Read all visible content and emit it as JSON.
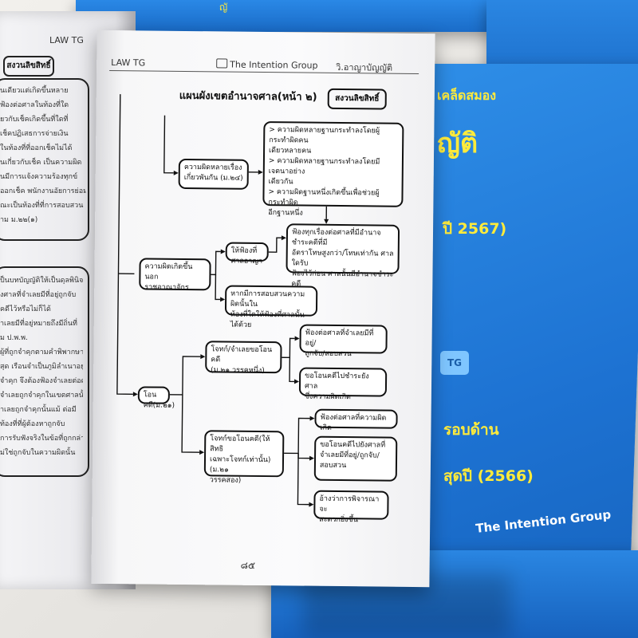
{
  "left_page": {
    "header": "LAW TG",
    "tag": "สงวนลิขสิทธิ์",
    "lines": [
      "นเดียวแต่เกิดขึ้นหลาย",
      "ฟ้องต่อศาลในท้องที่ใด",
      "ยวกับเช็คเกิดขึ้นที่ใดที่",
      "เช็คปฏิเสธการจ่ายเงิน",
      "ในท้องที่ที่ออกเช็คไม่ได้",
      "นเกี่ยวกับเช็ค เป็นความผิด",
      "นมีการแจ้งความร้องทุกข์",
      "ออกเช็ค พนักงานอัยการย่อม",
      "ณะเป็นท้องที่ที่การสอบสวน",
      "าม ม.๒๒(๑)"
    ],
    "lines2": [
      "ป็นบทบัญญัติให้เป็นดุลพินิจ",
      "งศาลที่จำเลยมีที่อยู่ถูกจับ",
      "คดีไว้หรือไม่ก็ได้",
      "ำเลยมีที่อยู่หมายถึงมีถิ่นที่",
      "ม ป.พ.พ.",
      "ผู้ที่ถูกจำคุกตามคำพิพากษาที่",
      "สุด เรือนจำเป็นภูมิลำเนาอยู่",
      "จำคุก จึงต้องฟ้องจำเลยต่อศาล",
      "จำเลยถูกจำคุกในเขตศาลนั้น",
      "ำเลยถูกจำคุกนั้นแม้ ต่อมี",
      "ท้องที่ที่ผู้ต้องหาถูกจับ",
      "การรับฟังจริงในข้อที่ถูกกล่าวหา",
      "ม่ใช่ถูกจับในความผิดนั้น"
    ]
  },
  "page": {
    "header_left": "LAW TG",
    "header_mid": "The Intention Group",
    "header_right": "วิ.อาญาบัญญัติ",
    "title": "แผนผังเขตอำนาจศาล(หน้า ๒)",
    "tag": "สงวนลิขสิทธิ์",
    "page_number": "๘๕"
  },
  "flow": {
    "b1": [
      "ความผิดหลายเรื่อง",
      "เกี่ยวพันกัน (ม.๒๔)"
    ],
    "b2": [
      "> ความผิดหลายฐานกระทำลงโดยผู้กระทำผิดคน",
      "เดียวหลายคน",
      "> ความผิดหลายฐานกระทำลงโดยมีเจตนาอย่าง",
      "เดียวกัน",
      "> ความผิดฐานหนึ่งเกิดขึ้นเพื่อช่วยผู้กระทำผิด",
      "อีกฐานหนึ่ง"
    ],
    "b3": [
      "ฟ้องทุกเรื่องต่อศาลที่มีอำนาจชำระคดีที่มี",
      "อัตราโทษสูงกว่า/โทษเท่ากัน ศาลใดรับ",
      "ฟ้องไว้ก่อน ศาลนั้นมีอำนาจชำระคดี"
    ],
    "b4": [
      "ความผิดเกิดขึ้นนอก",
      "ราชอาณาจักร"
    ],
    "b5": [
      "ให้ฟ้องที่ศาลอาญา"
    ],
    "b6": [
      "หากมีการสอบสวนความผิดนั้นใน",
      "ท้องที่ใดให้ฟ้องที่ศาลนั้นได้ด้วย"
    ],
    "b7": [
      "โอนคดี(ม.๒๑)"
    ],
    "b8": [
      "โจทก์/จำเลยขอโอนคดี",
      "(ม.๒๑ วรรคหนึ่ง)"
    ],
    "b9": [
      "ฟ้องต่อศาลที่จำเลยมีที่อยู่/",
      "ถูกจับ/สอบสวน"
    ],
    "b10": [
      "ขอโอนคดีไปชำระยังศาล",
      "ซึ่งความผิดเกิด"
    ],
    "b11": [
      "โจทก์ขอโอนคดี(ให้สิทธิ",
      "เฉพาะโจทก์เท่านั้น) (ม.๒๑",
      "วรรคสอง)"
    ],
    "b12": [
      "ฟ้องต่อศาลที่ความผิดเกิด"
    ],
    "b13": [
      "ขอโอนคดีไปยังศาลที่",
      "จำเลยมีที่อยู่/ถูกจับ/",
      "สอบสวน"
    ],
    "b14": [
      "อ้างว่าการพิจารณาจะ",
      "สะดวกยิ่งขึ้น"
    ]
  },
  "covers": {
    "line1": "เคล็ดสมอง",
    "line2": "ญัติ",
    "line3": "ปี 2567)",
    "line4": "รอบด้าน",
    "line5": "สุดปี (2566)",
    "logo": "The Intention Group",
    "badge": "TG",
    "far_text": "ญั"
  },
  "colors": {
    "cover_blue": "#1f78d6",
    "cover_text": "#ffeb3b"
  }
}
